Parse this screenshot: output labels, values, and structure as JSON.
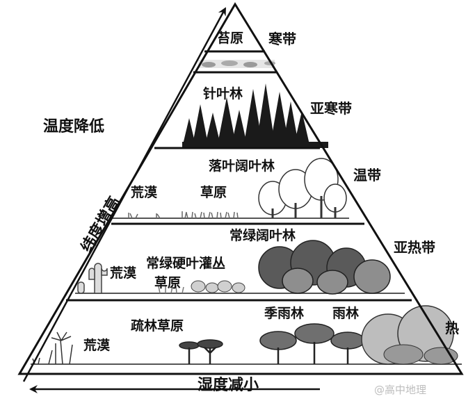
{
  "diagram": {
    "axes": {
      "temperature": "温度降低",
      "latitude": "纬度增高",
      "humidity": "湿度减小"
    },
    "climate_zones": {
      "cold": "寒带",
      "subarctic": "亚寒带",
      "temperate": "温带",
      "subtropical": "亚热带",
      "tropical": "热"
    },
    "vegetation": {
      "tundra": "苔原",
      "coniferous": "针叶林",
      "deciduous": "落叶阔叶林",
      "temperate_desert": "荒漠",
      "temperate_grassland": "草原",
      "evergreen_broadleaf": "常绿阔叶林",
      "subtropical_desert": "荒漠",
      "sclerophyll": "常绿硬叶灌丛",
      "subtropical_grassland": "草原",
      "savanna": "疏林草原",
      "tropical_desert": "荒漠",
      "monsoon_forest": "季雨林",
      "rainforest": "雨林"
    },
    "watermark": "@高中地理"
  }
}
